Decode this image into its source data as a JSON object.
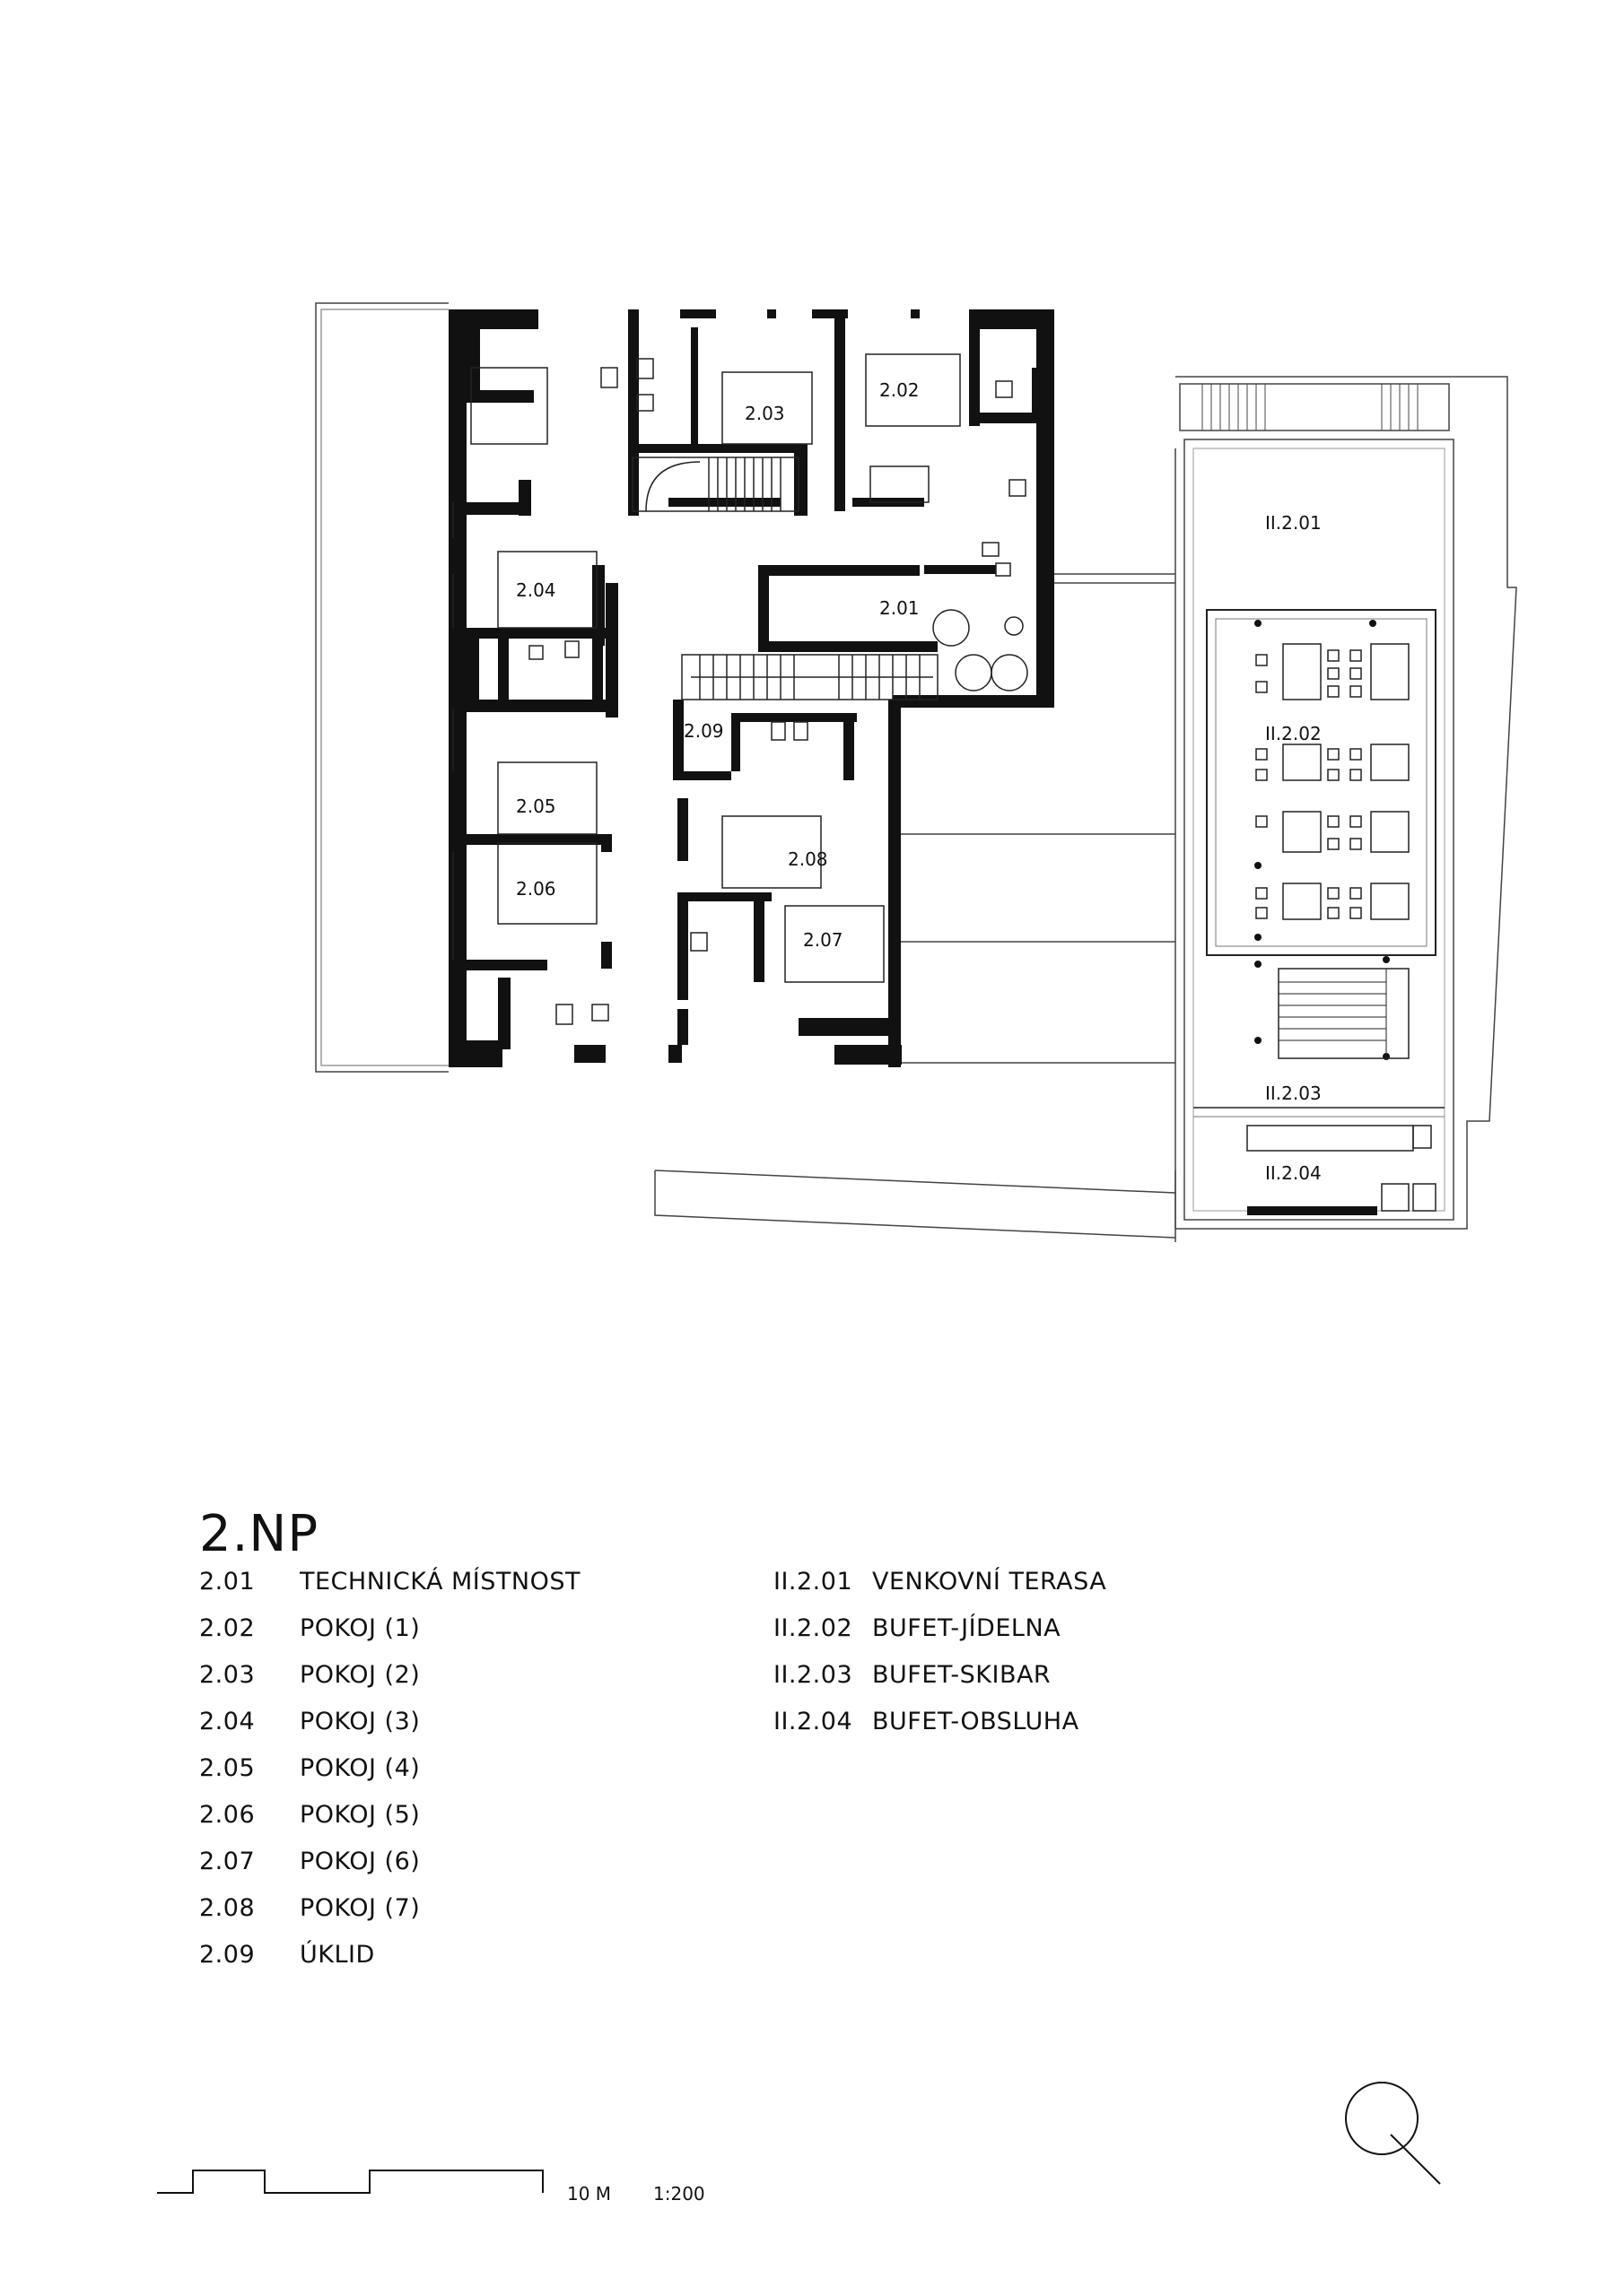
{
  "floor_title": "2.NP",
  "room_labels": {
    "r201": "2.01",
    "r202": "2.02",
    "r203": "2.03",
    "r204": "2.04",
    "r205": "2.05",
    "r206": "2.06",
    "r207": "2.07",
    "r208": "2.08",
    "r209": "2.09",
    "t201": "II.2.01",
    "t202": "II.2.02",
    "t203": "II.2.03",
    "t204": "II.2.04"
  },
  "legend_left": [
    {
      "code": "2.01",
      "name": "TECHNICKÁ MÍSTNOST"
    },
    {
      "code": "2.02",
      "name": "POKOJ (1)"
    },
    {
      "code": "2.03",
      "name": "POKOJ (2)"
    },
    {
      "code": "2.04",
      "name": "POKOJ (3)"
    },
    {
      "code": "2.05",
      "name": "POKOJ (4)"
    },
    {
      "code": "2.06",
      "name": "POKOJ (5)"
    },
    {
      "code": "2.07",
      "name": "POKOJ (6)"
    },
    {
      "code": "2.08",
      "name": "POKOJ (7)"
    },
    {
      "code": "2.09",
      "name": "ÚKLID"
    }
  ],
  "legend_right": [
    {
      "code": "II.2.01",
      "name": "VENKOVNÍ TERASA"
    },
    {
      "code": "II.2.02",
      "name": "BUFET-JÍDELNA"
    },
    {
      "code": "II.2.03",
      "name": "BUFET-SKIBAR"
    },
    {
      "code": "II.2.04",
      "name": "BUFET-OBSLUHA"
    }
  ],
  "scale_bar": {
    "length_label": "10 M",
    "ratio_label": "1:200"
  },
  "north_symbol": "north-arrow-icon"
}
